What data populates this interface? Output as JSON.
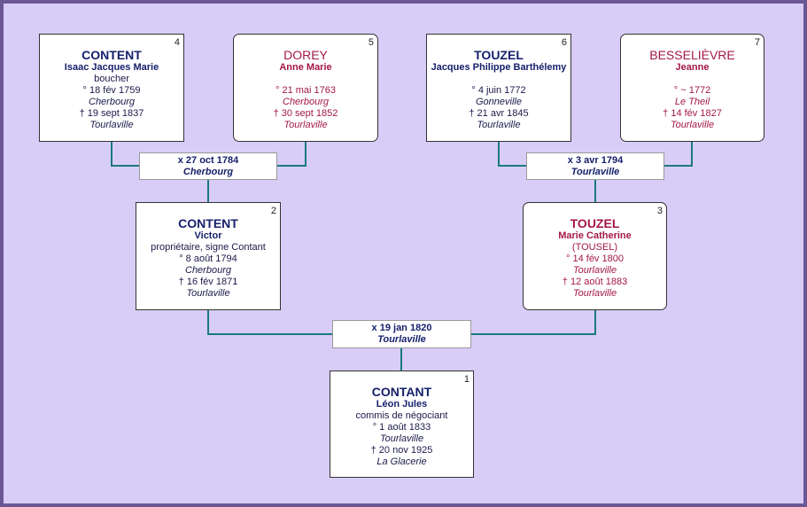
{
  "persons": {
    "p4": {
      "num": "4",
      "surname": "CONTENT",
      "given": "Isaac Jacques Marie",
      "occupation": "boucher",
      "birth": "° 18 fév 1759",
      "birth_place": "Cherbourg",
      "death": "† 19 sept 1837",
      "death_place": "Tourlaville"
    },
    "p5": {
      "num": "5",
      "surname": "DOREY",
      "given": "Anne Marie",
      "birth": "° 21 mai 1763",
      "birth_place": "Cherbourg",
      "death": "† 30 sept 1852",
      "death_place": "Tourlaville"
    },
    "p6": {
      "num": "6",
      "surname": "TOUZEL",
      "given": "Jacques Philippe Barthélemy",
      "birth": "° 4 juin 1772",
      "birth_place": "Gonneville",
      "death": "† 21 avr 1845",
      "death_place": "Tourlaville"
    },
    "p7": {
      "num": "7",
      "surname": "BESSELIÈVRE",
      "given": "Jeanne",
      "birth": "° ~ 1772",
      "birth_place": "Le Theil",
      "death": "† 14 fév 1827",
      "death_place": "Tourlaville"
    },
    "p2": {
      "num": "2",
      "surname": "CONTENT",
      "given": "Victor",
      "occupation": "propriétaire, signe Contant",
      "birth": "° 8 août 1794",
      "birth_place": "Cherbourg",
      "death": "† 16 fév 1871",
      "death_place": "Tourlaville"
    },
    "p3": {
      "num": "3",
      "surname": "TOUZEL",
      "given": "Marie Catherine",
      "alias": "(TOUSEL)",
      "birth": "° 14 fév 1800",
      "birth_place": "Tourlaville",
      "death": "† 12 août 1883",
      "death_place": "Tourlaville"
    },
    "p1": {
      "num": "1",
      "surname": "CONTANT",
      "given": "Léon Jules",
      "occupation": "commis de négociant",
      "birth": "° 1 août 1833",
      "birth_place": "Tourlaville",
      "death": "† 20 nov 1925",
      "death_place": "La Glacerie"
    }
  },
  "marriages": {
    "m45": {
      "date": "x 27 oct 1784",
      "place": "Cherbourg"
    },
    "m67": {
      "date": "x 3 avr 1794",
      "place": "Tourlaville"
    },
    "m23": {
      "date": "x 19 jan 1820",
      "place": "Tourlaville"
    }
  },
  "colors": {
    "background": "#d8cdf7",
    "border": "#6a5896",
    "connector": "#1a7a7a",
    "male_text": "#16206b",
    "female_text": "#a3174a"
  }
}
